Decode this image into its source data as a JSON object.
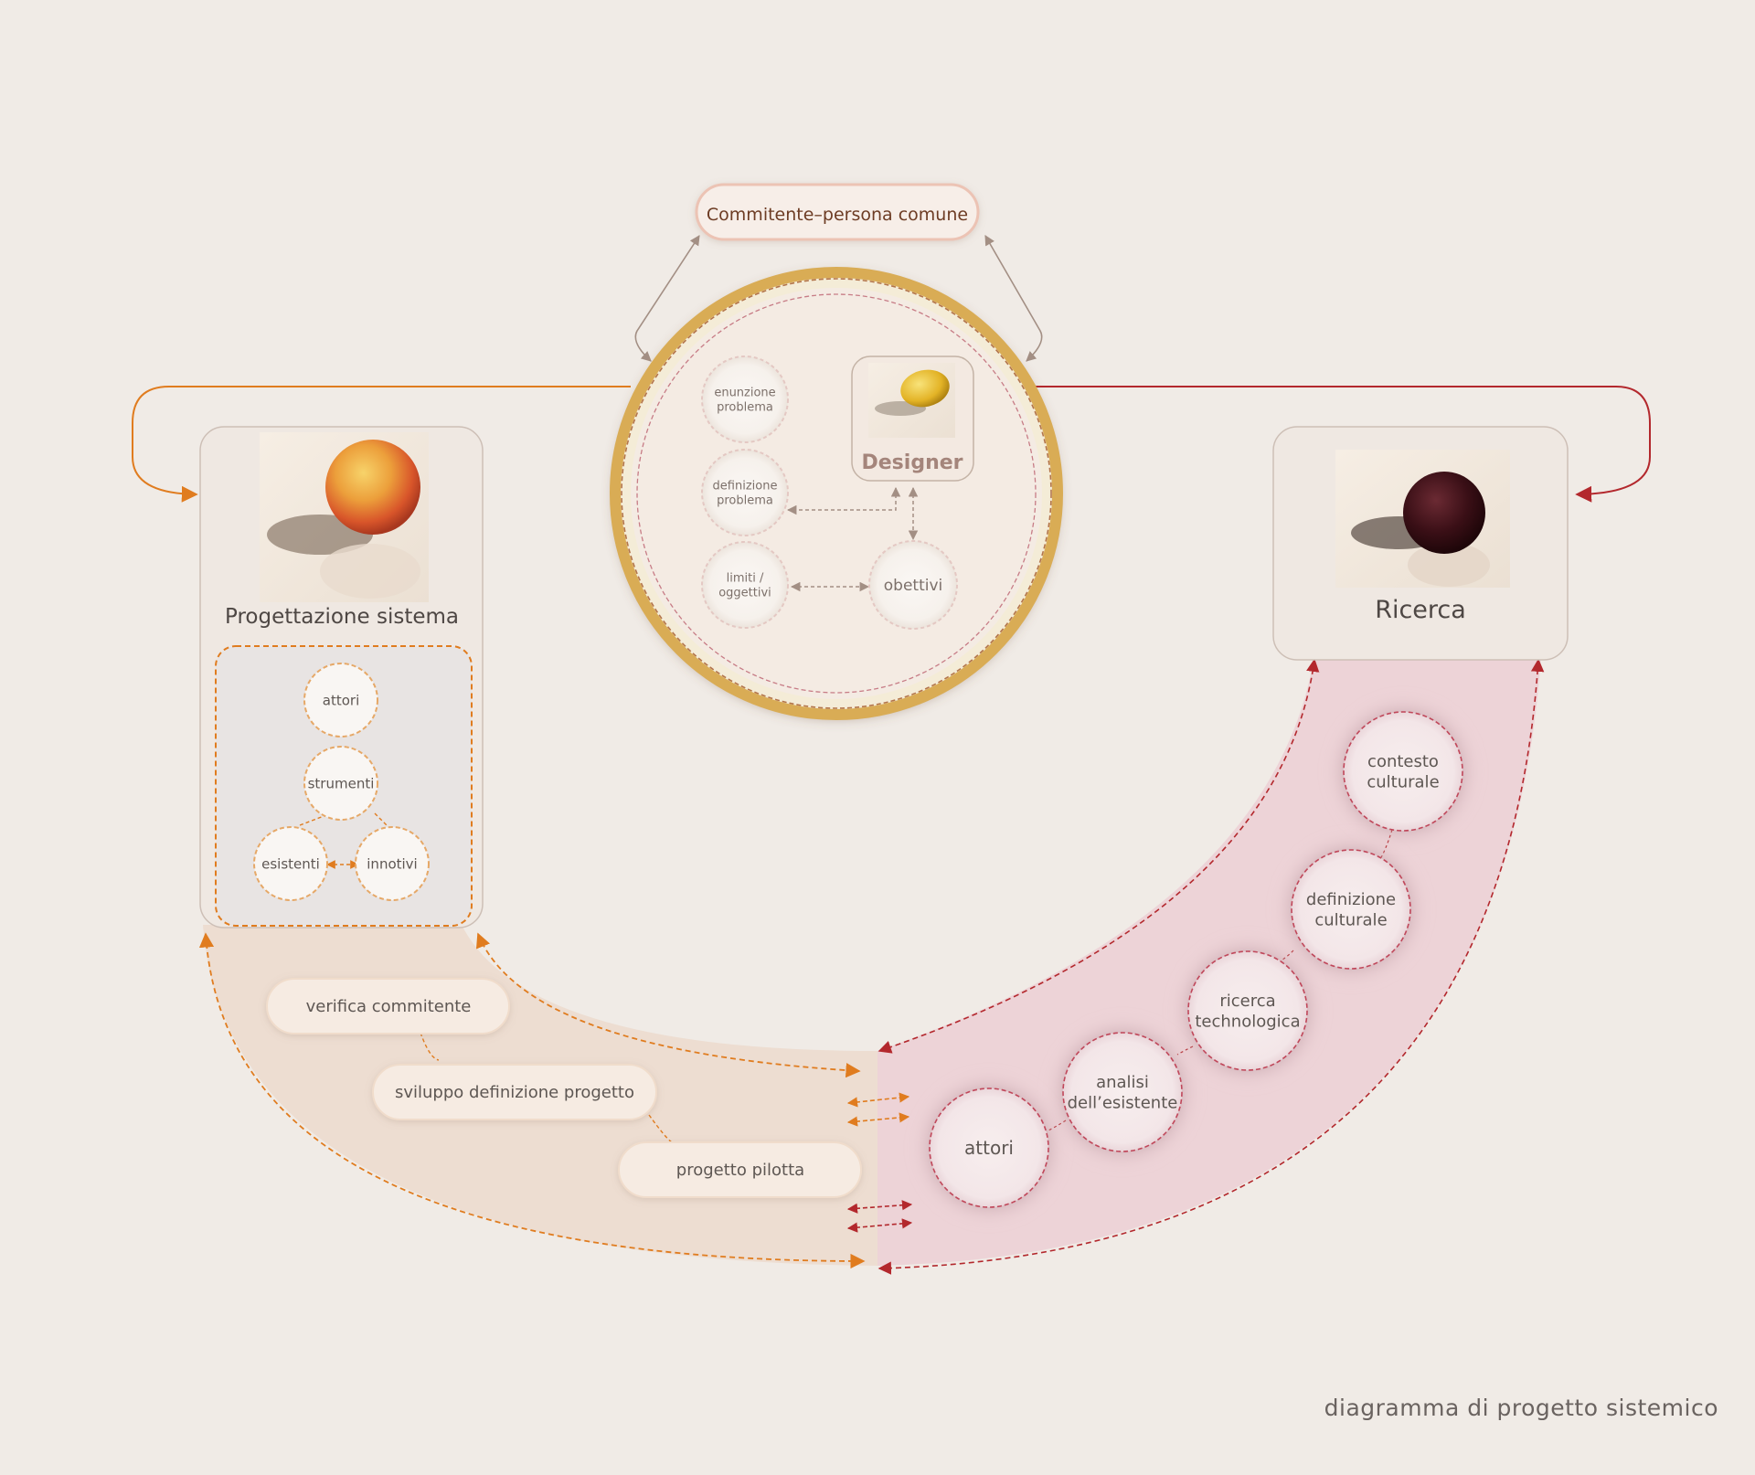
{
  "client": {
    "label": "Commitente–persona comune"
  },
  "center": {
    "nodes": {
      "enunzione": "enunzione\nproblema",
      "definizione": "definizione\nproblema",
      "limiti": "limiti /\noggettivi",
      "obettivi": "obettivi"
    },
    "designer": "Designer"
  },
  "left_panel": {
    "title": "Progettazione sistema",
    "nodes": {
      "attori": "attori",
      "strumenti": "strumenti",
      "esistenti": "esistenti",
      "innotivi": "innotivi"
    }
  },
  "right_panel": {
    "title": "Ricerca"
  },
  "steps": {
    "verifica": "verifica commitente",
    "sviluppo": "sviluppo definizione progetto",
    "pilota": "progetto pilotta"
  },
  "research_chain": {
    "contesto": "contesto\nculturale",
    "definizione": "definizione\nculturale",
    "ricerca": "ricerca\ntechnologica",
    "analisi": "analisi\ndell’esistente",
    "attori": "attori"
  },
  "caption": "diagramma di progetto sistemico",
  "colors": {
    "background": "#f0ebe6",
    "orange": "#e07c1f",
    "red": "#b3282d",
    "gold": "#d9ac55",
    "taupe": "#a38f84"
  },
  "icons": {
    "peach": "peach-photo",
    "lemon": "lemon-photo",
    "plum": "plum-photo"
  }
}
